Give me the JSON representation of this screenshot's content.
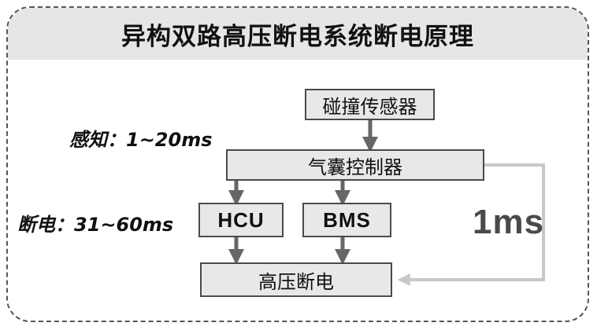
{
  "title": "异构双路高压断电系统断电原理",
  "nodes": {
    "sensor": "碰撞传感器",
    "airbag": "气囊控制器",
    "hcu": "HCU",
    "bms": "BMS",
    "hv_cutoff": "高压断电"
  },
  "labels": {
    "sense": "感知：1~20ms",
    "cutoff": "断电：31~60ms",
    "direct": "1ms"
  },
  "colors": {
    "box_fill": "#e8e8e8",
    "box_border": "#4a4a4a",
    "arrow": "#666666",
    "bypass_arrow": "#c8c8c8",
    "title_band": "#e6e6e6"
  }
}
